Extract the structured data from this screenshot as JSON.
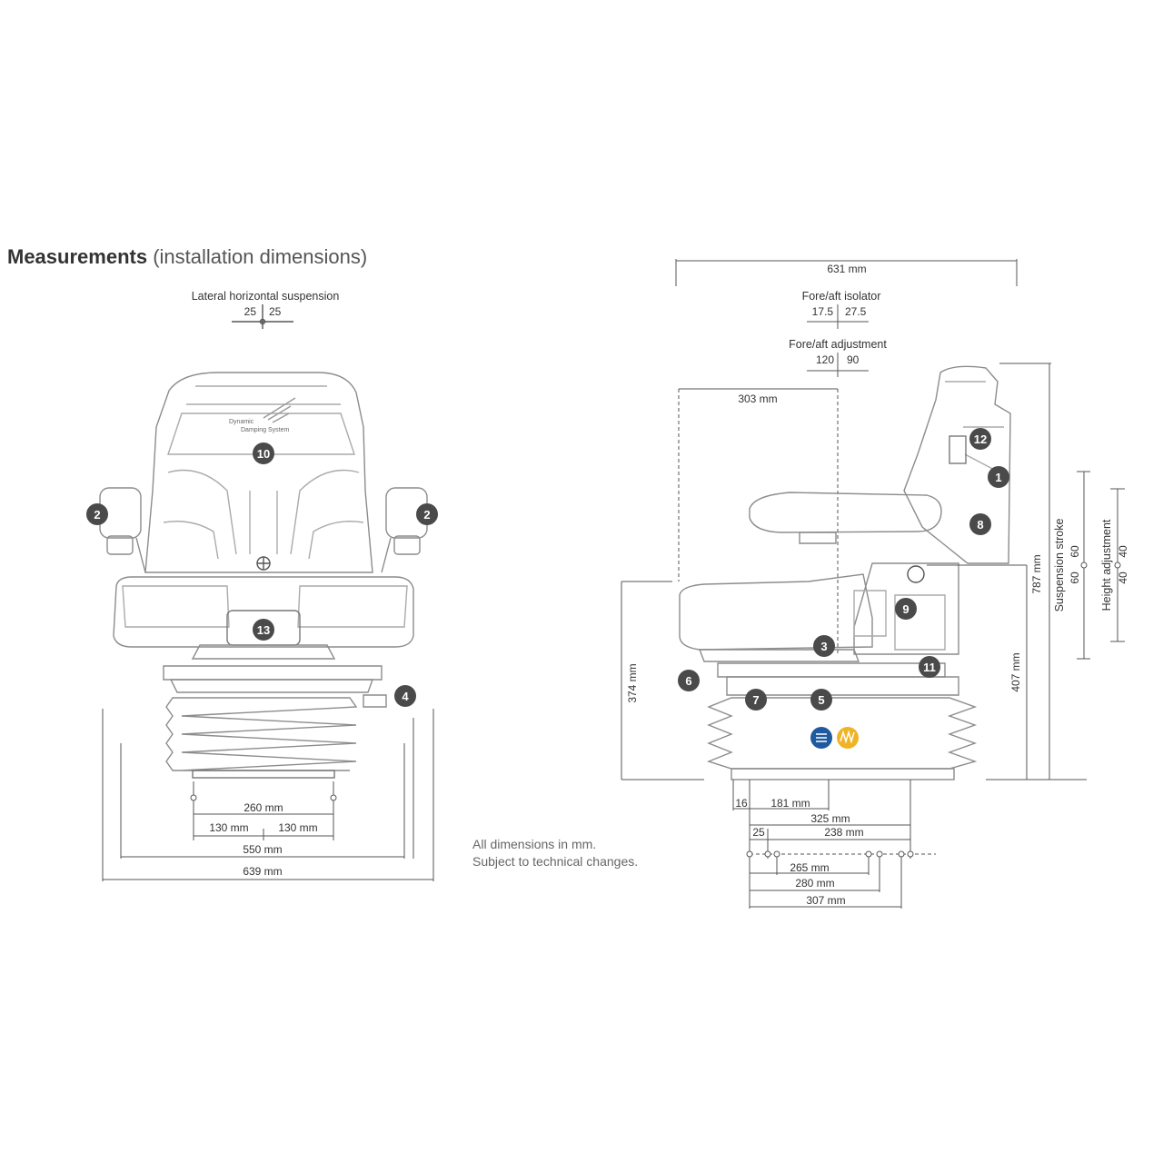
{
  "title": {
    "bold": "Measurements",
    "normal": " (installation dimensions)"
  },
  "front_view": {
    "lateral_label": "Lateral horizontal suspension",
    "lateral_left": "25",
    "lateral_right": "25",
    "backrest_logo_line1": "Dynamic",
    "backrest_logo_line2": "Damping System",
    "dims": {
      "d260": "260 mm",
      "d130a": "130 mm",
      "d130b": "130 mm",
      "d550": "550 mm",
      "d639": "639 mm"
    },
    "callouts": {
      "c10": "10",
      "c2l": "2",
      "c2r": "2",
      "c13": "13",
      "c4": "4"
    }
  },
  "side_view": {
    "d631": "631 mm",
    "isolator_label": "Fore/aft isolator",
    "isolator_left": "17.5",
    "isolator_right": "27.5",
    "adjust_label": "Fore/aft adjustment",
    "adjust_left": "120",
    "adjust_right": "90",
    "d303": "303 mm",
    "d374": "374 mm",
    "d787": "787 mm",
    "d407": "407 mm",
    "stroke_label": "Suspension stroke",
    "stroke_top": "60",
    "stroke_bottom": "60",
    "height_label": "Height adjustment",
    "height_top": "40",
    "height_bottom": "40",
    "d16": "16",
    "d181": "181 mm",
    "d325": "325 mm",
    "d25": "25",
    "d238": "238 mm",
    "d265": "265 mm",
    "d280": "280 mm",
    "d307": "307 mm",
    "callouts": {
      "c1": "1",
      "c3": "3",
      "c5": "5",
      "c6": "6",
      "c7": "7",
      "c8": "8",
      "c9": "9",
      "c11": "11",
      "c12": "12"
    }
  },
  "note": {
    "line1": "All dimensions in mm.",
    "line2": "Subject to technical changes."
  },
  "colors": {
    "callout": "#4a4a4a",
    "badge_blue": "#1f5aa0",
    "badge_yellow": "#f0b323",
    "line": "#555555",
    "seat": "#9a9a9a"
  }
}
